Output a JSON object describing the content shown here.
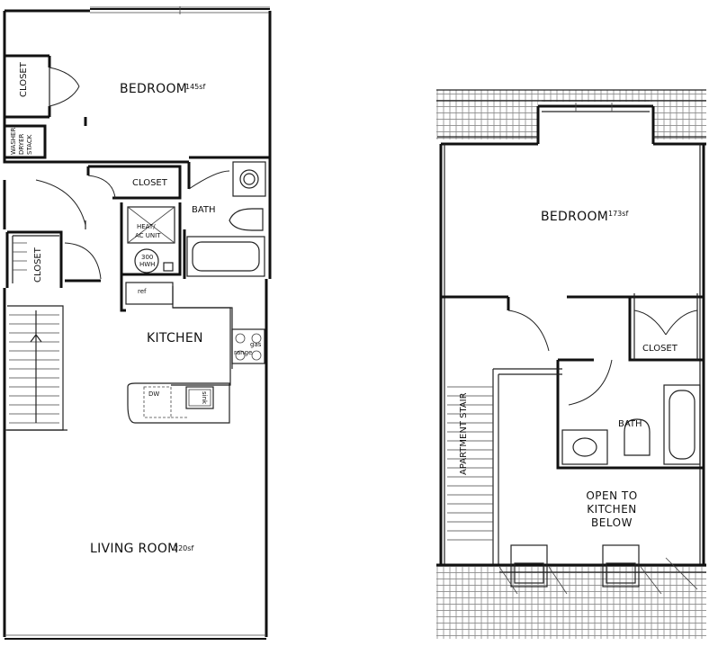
{
  "lower_level": {
    "bedroom": {
      "name": "BEDROOM",
      "area": "145sf"
    },
    "closet_left": "CLOSET",
    "closet_center": "CLOSET",
    "closet_stair": "CLOSET",
    "washer_dryer": [
      "WASHER",
      "DRYER",
      "STACK"
    ],
    "bath": "BATH",
    "heat_ac": [
      "HEAT/",
      "AC UNIT"
    ],
    "water_heater": [
      "300",
      "HWH"
    ],
    "kitchen": "KITCHEN",
    "ref": "ref",
    "gas_range": [
      "gas",
      "range"
    ],
    "dw": "DW",
    "sink": "sink",
    "living_room": {
      "name": "LIVING ROOM",
      "area": "220sf"
    }
  },
  "upper_level": {
    "bedroom": {
      "name": "BEDROOM",
      "area": "173sf"
    },
    "closet": "CLOSET",
    "bath": "BATH",
    "stair": "APARTMENT STAIR",
    "open_to_kitchen": [
      "OPEN TO",
      "KITCHEN",
      "BELOW"
    ]
  }
}
